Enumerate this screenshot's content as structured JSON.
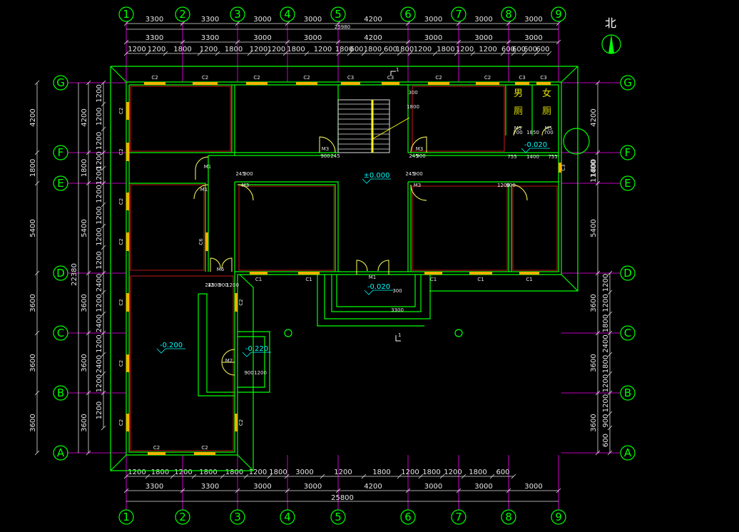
{
  "axes": {
    "cols": [
      "1",
      "2",
      "3",
      "4",
      "5",
      "6",
      "7",
      "8",
      "9"
    ],
    "rows": [
      "A",
      "B",
      "C",
      "D",
      "E",
      "F",
      "G"
    ]
  },
  "top_dims": {
    "axis_spans": [
      "3300",
      "3300",
      "3000",
      "3000",
      "4200",
      "3000",
      "3000",
      "3000"
    ],
    "total": "25980",
    "openings": [
      "1200",
      "1200",
      "1800",
      "1200",
      "1800",
      "1200",
      "1200",
      "1800",
      "1200",
      "1800",
      "600",
      "1800",
      "600",
      "1800",
      "1200",
      "1800",
      "1200",
      "1200",
      "600",
      "600",
      "600",
      "600"
    ]
  },
  "bottom_dims": {
    "openings": [
      "1200",
      "1800",
      "1200",
      "1800",
      "1800",
      "1200",
      "1800",
      "3000",
      "1200",
      "1800",
      "1200",
      "1800",
      "1200",
      "1800",
      "600"
    ],
    "axis_spans": [
      "3300",
      "3300",
      "3000",
      "3000",
      "4200",
      "3000",
      "3000",
      "3000"
    ],
    "total": "25800"
  },
  "left_dims": {
    "outer": [
      "4200",
      "1800",
      "5400",
      "3600",
      "3600",
      "3600"
    ],
    "mid": [
      "4200",
      "1800",
      "5400",
      "3600",
      "3600",
      "3600"
    ],
    "total": "22380",
    "inner": [
      "1200",
      "1200",
      "1200",
      "1200",
      "1200",
      "1200",
      "1200",
      "1200",
      "1200",
      "2400",
      "1200",
      "2400",
      "1200",
      "2400",
      "1200",
      "1200"
    ]
  },
  "right_dims": {
    "outer": [
      "4200",
      "1800",
      "5400",
      "3600",
      "3600",
      "3600"
    ],
    "total": "11400",
    "inner": [
      "1200",
      "1200",
      "1800",
      "2400",
      "1800",
      "1200",
      "1200",
      "900",
      "600",
      "600",
      "1500"
    ]
  },
  "windows": {
    "top": [
      "C2",
      "C2",
      "C2",
      "C2",
      "C3",
      "C3",
      "C2",
      "C2",
      "C3",
      "C3"
    ],
    "left": [
      "C2",
      "C2",
      "C2",
      "C2",
      "C2",
      "C2",
      "C2"
    ],
    "bottom": [
      "C2",
      "C2"
    ],
    "front": [
      "C1",
      "C1",
      "C1",
      "C1",
      "C1"
    ],
    "other": [
      "C2",
      "C2",
      "C3",
      "C6"
    ]
  },
  "doors": [
    "M3",
    "M3",
    "M3",
    "M3",
    "M1",
    "M1",
    "M1",
    "M6",
    "M5",
    "M5",
    "M2"
  ],
  "small_dims": [
    "900",
    "245",
    "245",
    "900",
    "245",
    "900",
    "245",
    "900",
    "1200",
    "900",
    "1200",
    "900",
    "755",
    "1400",
    "755",
    "1850",
    "700",
    "700",
    "245",
    "1200",
    "900",
    "1200",
    "300",
    "3300",
    "300",
    "1800"
  ],
  "levels": [
    "±0.000",
    "-0.020",
    "-0.020",
    "-0.200",
    "-0.220"
  ],
  "rooms": {
    "men": "男",
    "men2": "厕",
    "women": "女",
    "women2": "厕"
  },
  "section_marks": [
    "1",
    "1"
  ],
  "north": "北",
  "colors": {
    "background": "#000000",
    "wall": "#00ff00",
    "grid": "#ff0000",
    "dim": "#ff00ff",
    "window": "#ffb000",
    "text": "#e8e8e8",
    "axis": "#00ff00",
    "stair": "#ffff00"
  }
}
